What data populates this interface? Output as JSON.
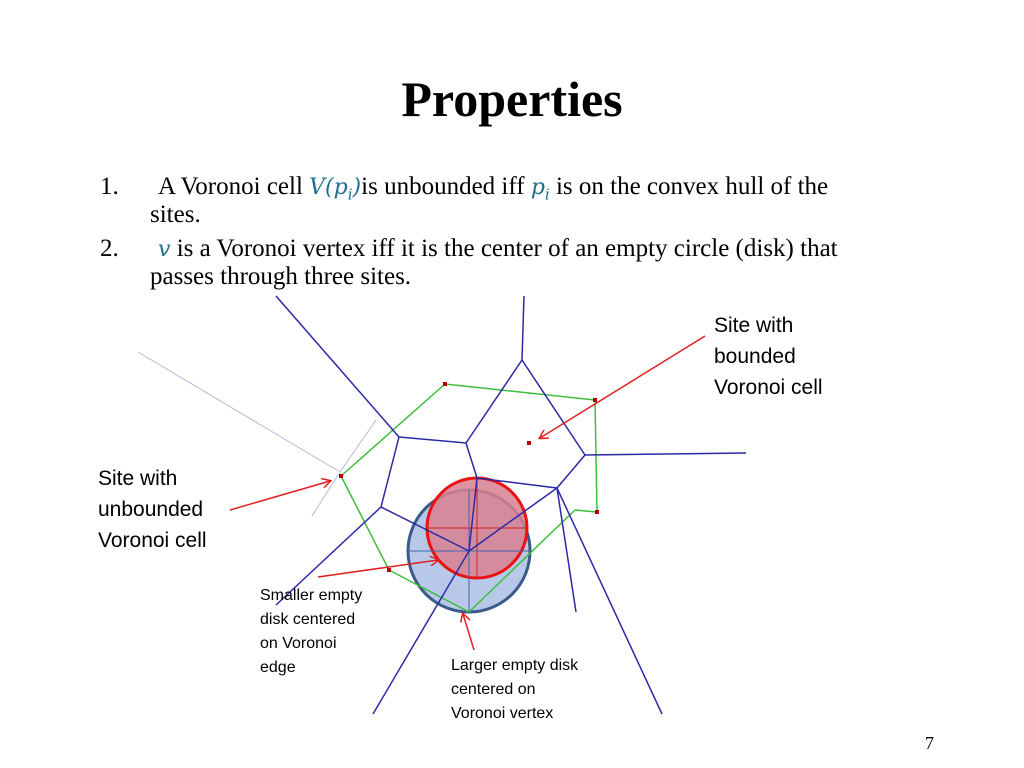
{
  "slide": {
    "title": "Properties",
    "page_number": "7"
  },
  "items": [
    {
      "num": "1.",
      "pre": "A Voronoi cell ",
      "math1": "V(p",
      "math1_sub": "i",
      "math1_close": ")",
      "mid": "is unbounded iff ",
      "math2": "p",
      "math2_sub": "i",
      "post": " is on the convex hull of the",
      "line2": "sites."
    },
    {
      "num": "2.",
      "math": "v",
      "post": " is a Voronoi vertex iff it is the center of an empty circle (disk) that",
      "line2": "passes through three sites."
    }
  ],
  "callouts": {
    "bounded": [
      "Site with",
      "bounded",
      "Voronoi cell"
    ],
    "unbounded": [
      "Site with",
      "unbounded",
      "Voronoi cell"
    ],
    "smaller": [
      "Smaller empty",
      "disk centered",
      "on Voronoi",
      "edge"
    ],
    "larger": [
      "Larger empty disk",
      "centered on",
      "Voronoi vertex"
    ]
  },
  "colors": {
    "voronoi_edge": "#2a2aa8",
    "hull_edge": "#3bbf3b",
    "site": "#b00000",
    "arrow": "#e02020",
    "larger_disk_fill": "#b8c8e8",
    "larger_disk_stroke": "#3a5a8a",
    "smaller_disk_fill": "#d88090",
    "smaller_disk_stroke": "#ee1111"
  }
}
